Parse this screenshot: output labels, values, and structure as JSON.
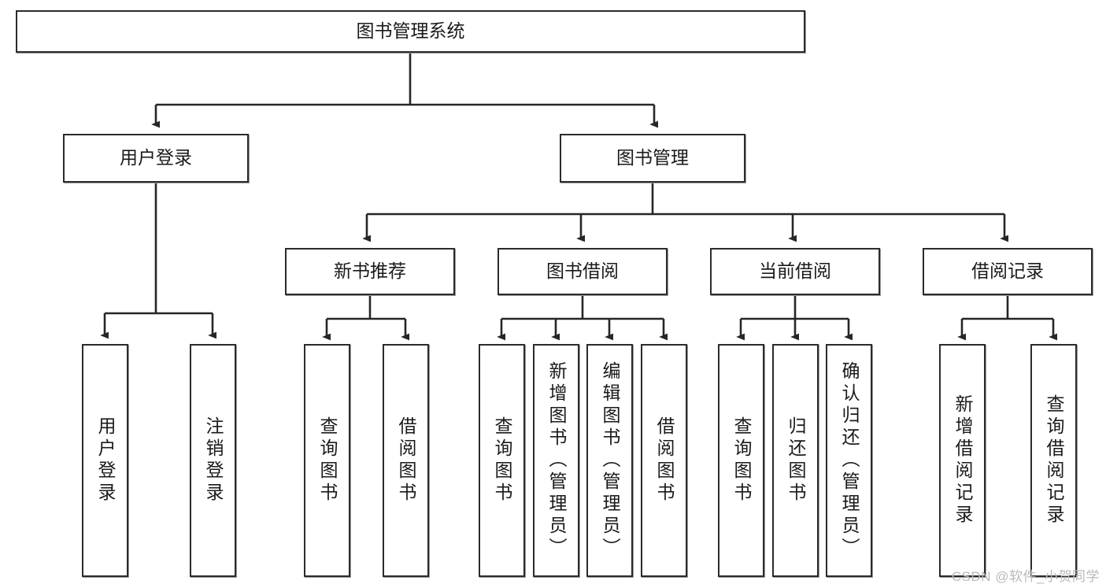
{
  "diagram": {
    "title": "图书管理系统",
    "type": "hierarchy-tree",
    "watermark": "CSDN @软件_小贺同学",
    "colors": {
      "box_border": "#2b2b2b",
      "box_fill": "#ffffff",
      "edge": "#262626",
      "text": "#1a1a1a",
      "watermark": "#b9b9b9"
    },
    "levels": [
      {
        "level": 1,
        "nodes": [
          {
            "id": "root",
            "label": "图书管理系统",
            "orientation": "horizontal"
          }
        ]
      },
      {
        "level": 2,
        "nodes": [
          {
            "id": "user-login",
            "label": "用户登录",
            "orientation": "horizontal",
            "parent": "root"
          },
          {
            "id": "book-manage",
            "label": "图书管理",
            "orientation": "horizontal",
            "parent": "root"
          }
        ]
      },
      {
        "level": 3,
        "nodes": [
          {
            "id": "new-book-rec",
            "label": "新书推荐",
            "orientation": "horizontal",
            "parent": "book-manage"
          },
          {
            "id": "book-borrow",
            "label": "图书借阅",
            "orientation": "horizontal",
            "parent": "book-manage"
          },
          {
            "id": "current-borrow",
            "label": "当前借阅",
            "orientation": "horizontal",
            "parent": "book-manage"
          },
          {
            "id": "borrow-record",
            "label": "借阅记录",
            "orientation": "horizontal",
            "parent": "book-manage"
          }
        ]
      },
      {
        "level": 4,
        "nodes": [
          {
            "id": "leaf-user-login",
            "label": "用户登录",
            "orientation": "vertical",
            "parent": "user-login"
          },
          {
            "id": "leaf-logout",
            "label": "注销登录",
            "orientation": "vertical",
            "parent": "user-login"
          },
          {
            "id": "leaf-query-book-1",
            "label": "查询图书",
            "orientation": "vertical",
            "parent": "new-book-rec"
          },
          {
            "id": "leaf-borrow-book-1",
            "label": "借阅图书",
            "orientation": "vertical",
            "parent": "new-book-rec"
          },
          {
            "id": "leaf-query-book-2",
            "label": "查询图书",
            "orientation": "vertical",
            "parent": "book-borrow"
          },
          {
            "id": "leaf-add-book",
            "label": "新增图书（管理员）",
            "orientation": "vertical",
            "parent": "book-borrow"
          },
          {
            "id": "leaf-edit-book",
            "label": "编辑图书（管理员）",
            "orientation": "vertical",
            "parent": "book-borrow"
          },
          {
            "id": "leaf-borrow-book-2",
            "label": "借阅图书",
            "orientation": "vertical",
            "parent": "book-borrow"
          },
          {
            "id": "leaf-query-book-3",
            "label": "查询图书",
            "orientation": "vertical",
            "parent": "current-borrow"
          },
          {
            "id": "leaf-return-book",
            "label": "归还图书",
            "orientation": "vertical",
            "parent": "current-borrow"
          },
          {
            "id": "leaf-confirm-return",
            "label": "确认归还（管理员）",
            "orientation": "vertical",
            "parent": "current-borrow"
          },
          {
            "id": "leaf-add-record",
            "label": "新增借阅记录",
            "orientation": "vertical",
            "parent": "borrow-record"
          },
          {
            "id": "leaf-query-record",
            "label": "查询借阅记录",
            "orientation": "vertical",
            "parent": "borrow-record"
          }
        ]
      }
    ]
  }
}
